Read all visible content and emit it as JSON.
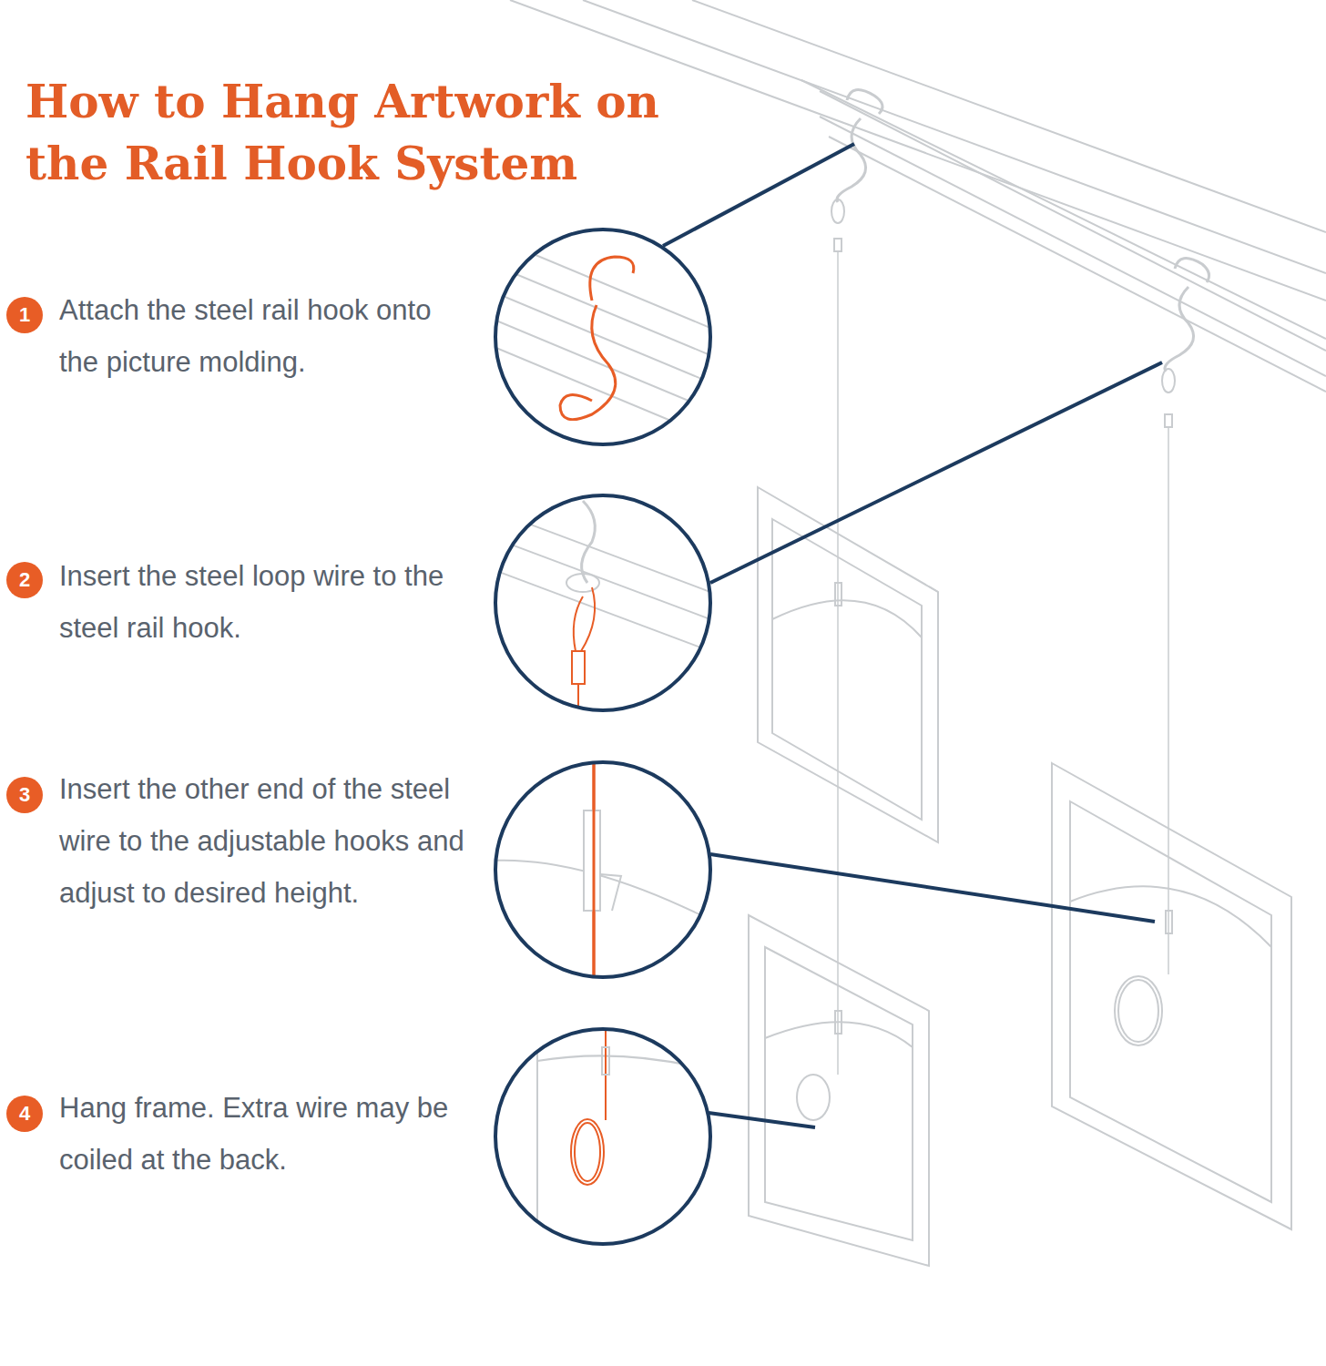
{
  "diagram": {
    "title": "How to Hang Artwork on the Rail Hook System",
    "nodes": [
      {
        "text": [
          "1"
        ]
      },
      {
        "text": [
          "2"
        ]
      },
      {
        "text": [
          "3"
        ]
      },
      {
        "text": [
          "4"
        ]
      }
    ],
    "labels": [
      "Attach the steel rail hook onto the picture molding.",
      "Insert the steel loop wire to the steel rail hook.",
      "Insert the other end of the steel wire to the adjustable hooks and adjust to desired height.",
      "Hang frame. Extra wire may be coiled at the back."
    ]
  }
}
